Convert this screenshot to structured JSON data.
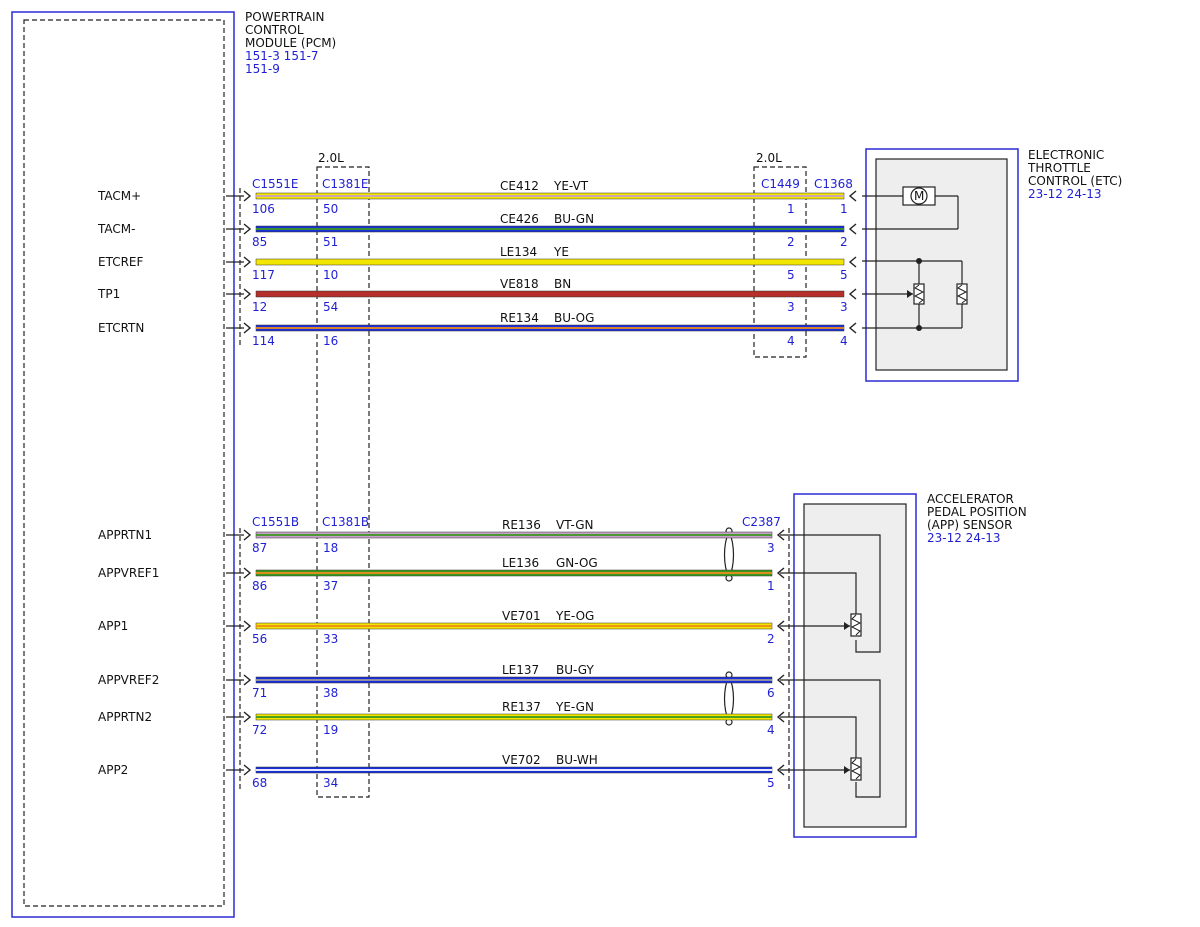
{
  "pcm": {
    "title_lines": [
      "POWERTRAIN",
      "CONTROL",
      "MODULE (PCM)"
    ],
    "ref_lines": [
      "151-3 151-7",
      "151-9"
    ]
  },
  "etc": {
    "title_lines": [
      "ELECTRONIC",
      "THROTTLE",
      "CONTROL (ETC)"
    ],
    "ref_lines": [
      "23-12 24-13"
    ],
    "motor_label": "M"
  },
  "app_sensor": {
    "title_lines": [
      "ACCELERATOR",
      "PEDAL POSITION",
      "(APP) SENSOR"
    ],
    "ref_lines": [
      "23-12 24-13"
    ]
  },
  "engine_tags": {
    "left": "2.0L",
    "right": "2.0L"
  },
  "connectors": {
    "top_pcm": "C1551E",
    "top_inline": "C1381E",
    "top_mid": "C1449",
    "top_etc": "C1368",
    "bot_pcm": "C1551B",
    "bot_inline": "C1381B",
    "bot_app": "C2387"
  },
  "colors": {
    "YE": "#f2e600",
    "BN": "#b5302a",
    "BU": "#1a2fd6",
    "VT": "#c9a0c9",
    "GN": "#3a9a20",
    "GY": "#9a9a9a",
    "WH": "#ffffff",
    "OG": "#f08a1c"
  },
  "circuits_top": [
    {
      "signal": "TACM+",
      "pcm_pin": "106",
      "inline_pin": "50",
      "circuit": "CE412",
      "color_code": "YE-VT",
      "mid_pin": "1",
      "etc_pin": "1",
      "base": "YE",
      "stripe": "VT"
    },
    {
      "signal": "TACM-",
      "pcm_pin": "85",
      "inline_pin": "51",
      "circuit": "CE426",
      "color_code": "BU-GN",
      "mid_pin": "2",
      "etc_pin": "2",
      "base": "BU",
      "stripe": "GN"
    },
    {
      "signal": "ETCREF",
      "pcm_pin": "117",
      "inline_pin": "10",
      "circuit": "LE134",
      "color_code": "YE",
      "mid_pin": "5",
      "etc_pin": "5",
      "base": "YE",
      "stripe": ""
    },
    {
      "signal": "TP1",
      "pcm_pin": "12",
      "inline_pin": "54",
      "circuit": "VE818",
      "color_code": "BN",
      "mid_pin": "3",
      "etc_pin": "3",
      "base": "BN",
      "stripe": ""
    },
    {
      "signal": "ETCRTN",
      "pcm_pin": "114",
      "inline_pin": "16",
      "circuit": "RE134",
      "color_code": "BU-OG",
      "mid_pin": "4",
      "etc_pin": "4",
      "base": "BU",
      "stripe": "OG"
    }
  ],
  "circuits_bottom": [
    {
      "signal": "APPRTN1",
      "pcm_pin": "87",
      "inline_pin": "18",
      "circuit": "RE136",
      "color_code": "VT-GN",
      "app_pin": "3",
      "base": "VT",
      "stripe": "GN"
    },
    {
      "signal": "APPVREF1",
      "pcm_pin": "86",
      "inline_pin": "37",
      "circuit": "LE136",
      "color_code": "GN-OG",
      "app_pin": "1",
      "base": "GN",
      "stripe": "OG"
    },
    {
      "signal": "APP1",
      "pcm_pin": "56",
      "inline_pin": "33",
      "circuit": "VE701",
      "color_code": "YE-OG",
      "app_pin": "2",
      "base": "YE",
      "stripe": "OG"
    },
    {
      "signal": "APPVREF2",
      "pcm_pin": "71",
      "inline_pin": "38",
      "circuit": "LE137",
      "color_code": "BU-GY",
      "app_pin": "6",
      "base": "BU",
      "stripe": "GY"
    },
    {
      "signal": "APPRTN2",
      "pcm_pin": "72",
      "inline_pin": "19",
      "circuit": "RE137",
      "color_code": "YE-GN",
      "app_pin": "4",
      "base": "YE",
      "stripe": "GN"
    },
    {
      "signal": "APP2",
      "pcm_pin": "68",
      "inline_pin": "34",
      "circuit": "VE702",
      "color_code": "BU-WH",
      "app_pin": "5",
      "base": "BU",
      "stripe": "WH"
    }
  ]
}
